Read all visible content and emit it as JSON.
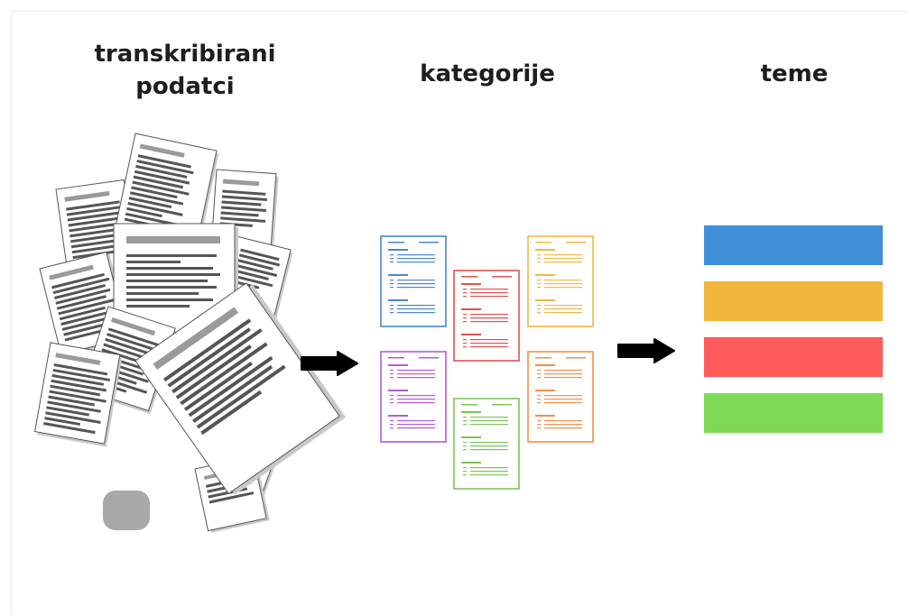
{
  "diagram": {
    "steps": [
      {
        "title_line1": "transkribirani",
        "title_line2": "podatci"
      },
      {
        "title": "kategorije"
      },
      {
        "title": "teme"
      }
    ],
    "category_colors": [
      "#4a86c8",
      "#e05050",
      "#f0b846",
      "#b35cd6",
      "#7cc45a",
      "#f0904a"
    ],
    "theme_colors": [
      "#3f8fd9",
      "#f2b73a",
      "#ff5b5b",
      "#7ed957"
    ],
    "arrow_color": "#000000",
    "paper_color": "#ffffff",
    "text_line_color": "#555555"
  }
}
